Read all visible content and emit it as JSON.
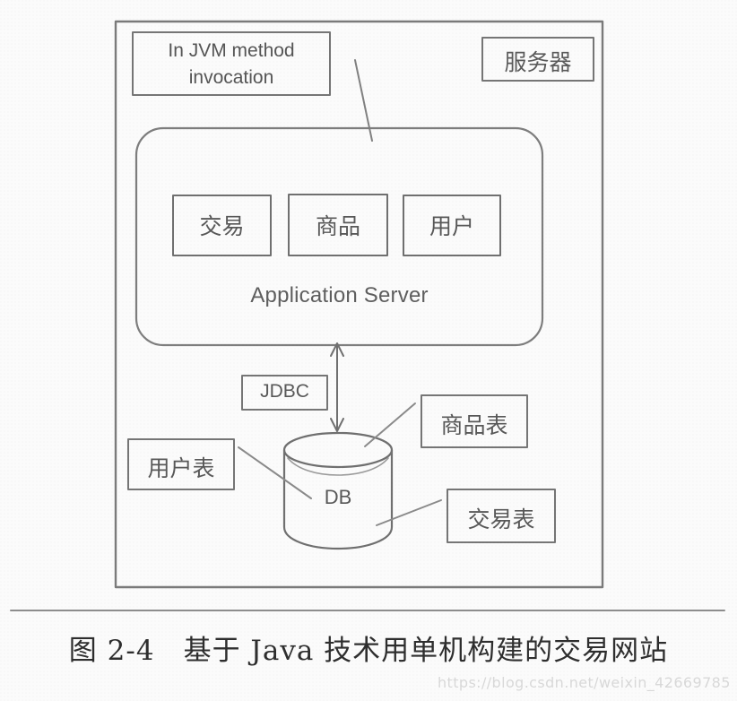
{
  "figure": {
    "caption": "图 2-4　基于 Java 技术用单机构建的交易网站",
    "watermark": "https://blog.csdn.net/weixin_42669785"
  },
  "diagram": {
    "type": "architecture-diagram",
    "server_frame": {
      "label": "服务器"
    },
    "annotations": {
      "jvm_invocation": "In JVM method invocation",
      "jdbc": "JDBC"
    },
    "application_server": {
      "label": "Application Server",
      "modules": [
        {
          "label": "交易"
        },
        {
          "label": "商品"
        },
        {
          "label": "用户"
        }
      ]
    },
    "database": {
      "label": "DB",
      "tables": [
        {
          "label": "用户表",
          "position": "left"
        },
        {
          "label": "商品表",
          "position": "upper-right"
        },
        {
          "label": "交易表",
          "position": "lower-right"
        }
      ]
    },
    "connections": [
      {
        "from": "Application Server",
        "to": "DB",
        "protocol": "JDBC",
        "style": "double-arrow"
      }
    ]
  },
  "colors": {
    "ink": "#6e6e6e",
    "text": "#585858",
    "caption": "#2e2e2e",
    "paper": "#fbfbfb",
    "watermark": "#d8d8d8"
  }
}
